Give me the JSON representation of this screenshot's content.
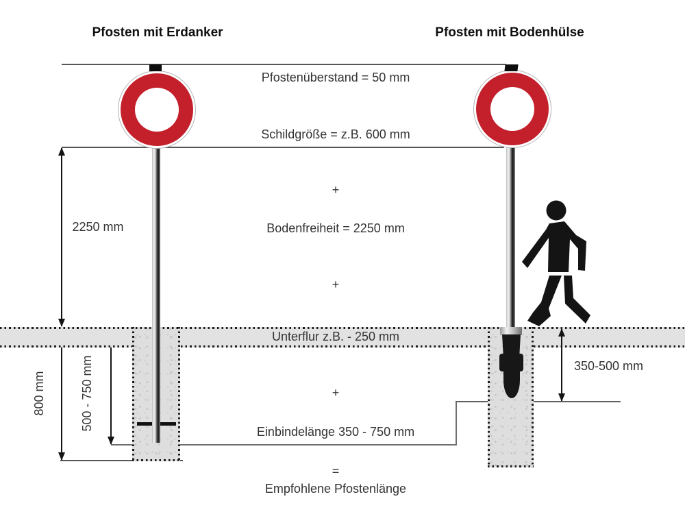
{
  "diagram_title": "Pfostenlaenge Montage-Diagramm",
  "columns": {
    "left_header": "Pfosten mit Erdanker",
    "right_header": "Pfosten mit Bodenhülse"
  },
  "formula": {
    "overhang": "Pfostenüberstand = 50 mm",
    "sign_size": "Schildgröße = z.B. 600 mm",
    "plus_1": "+",
    "clearance": "Bodenfreiheit = 2250 mm",
    "plus_2": "+",
    "underfloor": "Unterflur z.B. - 250 mm",
    "plus_3": "+",
    "embed_length": "Einbindelänge 350 - 750 mm",
    "equals": "=",
    "result": "Empfohlene Pfostenlänge"
  },
  "dimensions": {
    "above_ground": "2250 mm",
    "foundation_depth": "800 mm",
    "anchor_embed": "500 - 750 mm",
    "sleeve_embed": "350-500 mm"
  },
  "icons": {
    "sign_left": "no-vehicles-traffic-sign",
    "sign_right": "no-vehicles-traffic-sign",
    "pedestrian": "walking-person-pictogram"
  },
  "colors": {
    "sign_red": "#c3202c",
    "ground_gray": "#e2e2e2",
    "concrete_gray": "#dedede",
    "line_gray": "#555555",
    "dimension_black": "#141414"
  }
}
